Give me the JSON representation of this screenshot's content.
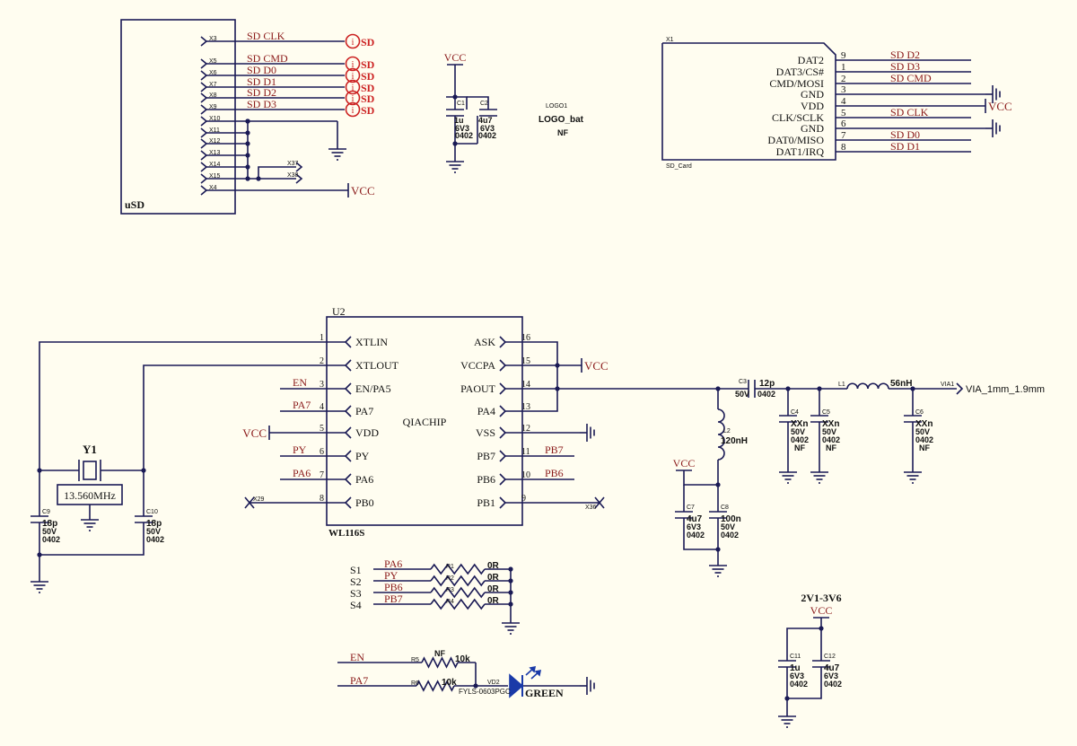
{
  "colors": {
    "background": "#fffdf0",
    "wire": "#1a1a55",
    "net_label": "#8b1a1a",
    "power": "#8b1a1a",
    "port": "#cc2222",
    "text": "#111111",
    "led": "#1a3aa8"
  },
  "usd": {
    "ref": "uSD",
    "pins": [
      "X3",
      "X5",
      "X6",
      "X7",
      "X8",
      "X9",
      "X10",
      "X11",
      "X12",
      "X13",
      "X14",
      "X15",
      "X4"
    ],
    "nets": [
      "SD_CLK",
      "SD_CMD",
      "SD_D0",
      "SD_D1",
      "SD_D2",
      "SD_D3"
    ],
    "ports": [
      "SD",
      "SD",
      "SD",
      "SD",
      "SD",
      "SD"
    ],
    "bridge_pins": [
      "X37",
      "X38"
    ],
    "vcc": "VCC"
  },
  "decoupling_top": {
    "vcc": "VCC",
    "c1": {
      "ref": "C1",
      "value": "1u",
      "voltage": "6V3",
      "package": "0402"
    },
    "c2": {
      "ref": "C2",
      "value": "4u7",
      "voltage": "6V3",
      "package": "0402"
    }
  },
  "logo": {
    "ref": "LOGO1",
    "name": "LOGO_bat",
    "value": "NF"
  },
  "sdcard": {
    "ref": "X1",
    "footprint": "SD_Card",
    "pins": [
      {
        "num": "9",
        "name": "DAT2",
        "net": "SD_D2"
      },
      {
        "num": "1",
        "name": "DAT3/CS#",
        "net": "SD_D3"
      },
      {
        "num": "2",
        "name": "CMD/MOSI",
        "net": "SD_CMD"
      },
      {
        "num": "3",
        "name": "GND",
        "net": ""
      },
      {
        "num": "4",
        "name": "VDD",
        "net": ""
      },
      {
        "num": "5",
        "name": "CLK/SCLK",
        "net": "SD_CLK"
      },
      {
        "num": "6",
        "name": "GND",
        "net": ""
      },
      {
        "num": "7",
        "name": "DAT0/MISO",
        "net": "SD_D0"
      },
      {
        "num": "8",
        "name": "DAT1/IRQ",
        "net": "SD_D1"
      }
    ],
    "vcc": "VCC"
  },
  "u2": {
    "ref": "U2",
    "part": "WL116S",
    "center": "QIACHIP",
    "left_pins": [
      {
        "num": "1",
        "name": "XTLIN"
      },
      {
        "num": "2",
        "name": "XTLOUT"
      },
      {
        "num": "3",
        "name": "EN/PA5"
      },
      {
        "num": "4",
        "name": "PA7"
      },
      {
        "num": "5",
        "name": "VDD"
      },
      {
        "num": "6",
        "name": "PY"
      },
      {
        "num": "7",
        "name": "PA6"
      },
      {
        "num": "8",
        "name": "PB0"
      }
    ],
    "right_pins": [
      {
        "num": "16",
        "name": "ASK"
      },
      {
        "num": "15",
        "name": "VCCPA"
      },
      {
        "num": "14",
        "name": "PAOUT"
      },
      {
        "num": "13",
        "name": "PA4"
      },
      {
        "num": "12",
        "name": "VSS"
      },
      {
        "num": "11",
        "name": "PB7"
      },
      {
        "num": "10",
        "name": "PB6"
      },
      {
        "num": "9",
        "name": "PB1"
      }
    ],
    "left_nets": [
      "EN",
      "PA7",
      "VCC",
      "PY",
      "PA6"
    ],
    "right_nets": [
      "VCC",
      "PB7",
      "PB6"
    ],
    "nc_left": "X29",
    "nc_right": "X36"
  },
  "crystal": {
    "ref": "Y1",
    "value": "13.560MHz",
    "c9": {
      "ref": "C9",
      "value": "18p",
      "voltage": "50V",
      "package": "0402"
    },
    "c10": {
      "ref": "C10",
      "value": "18p",
      "voltage": "50V",
      "package": "0402"
    }
  },
  "rf": {
    "c3": {
      "ref": "C3",
      "value": "12p",
      "voltage": "50V",
      "package": "0402"
    },
    "l1": {
      "ref": "L1",
      "value": "56nH"
    },
    "l2": {
      "ref": "L2",
      "value": "120nH"
    },
    "c4": {
      "ref": "C4",
      "value": "XXn",
      "voltage": "50V",
      "package": "0402",
      "note": "NF"
    },
    "c5": {
      "ref": "C5",
      "value": "XXn",
      "voltage": "50V",
      "package": "0402",
      "note": "NF"
    },
    "c6": {
      "ref": "C6",
      "value": "XXn",
      "voltage": "50V",
      "package": "0402",
      "note": "NF"
    },
    "c7": {
      "ref": "C7",
      "value": "4u7",
      "voltage": "6V3",
      "package": "0402"
    },
    "c8": {
      "ref": "C8",
      "value": "100n",
      "voltage": "50V",
      "package": "0402"
    },
    "vcc": "VCC",
    "via_ref": "VIA1",
    "via_label": "VIA_1mm_1.9mm"
  },
  "switches": [
    {
      "label": "S1",
      "net": "PA6",
      "ref": "R1",
      "value": "0R"
    },
    {
      "label": "S2",
      "net": "PY",
      "ref": "R2",
      "value": "0R"
    },
    {
      "label": "S3",
      "net": "PB6",
      "ref": "R3",
      "value": "0R"
    },
    {
      "label": "S4",
      "net": "PB7",
      "ref": "R4",
      "value": "0R"
    }
  ],
  "led": {
    "en_net": "EN",
    "r5": {
      "ref": "R5",
      "value": "10k",
      "note": "NF"
    },
    "pa7_net": "PA7",
    "r6": {
      "ref": "R6",
      "value": "10k"
    },
    "ref": "VD2",
    "part": "FYLS-0603PGC",
    "color": "GREEN"
  },
  "supply": {
    "range": "2V1-3V6",
    "vcc": "VCC",
    "c11": {
      "ref": "C11",
      "value": "1u",
      "voltage": "6V3",
      "package": "0402"
    },
    "c12": {
      "ref": "C12",
      "value": "4u7",
      "voltage": "6V3",
      "package": "0402"
    }
  }
}
